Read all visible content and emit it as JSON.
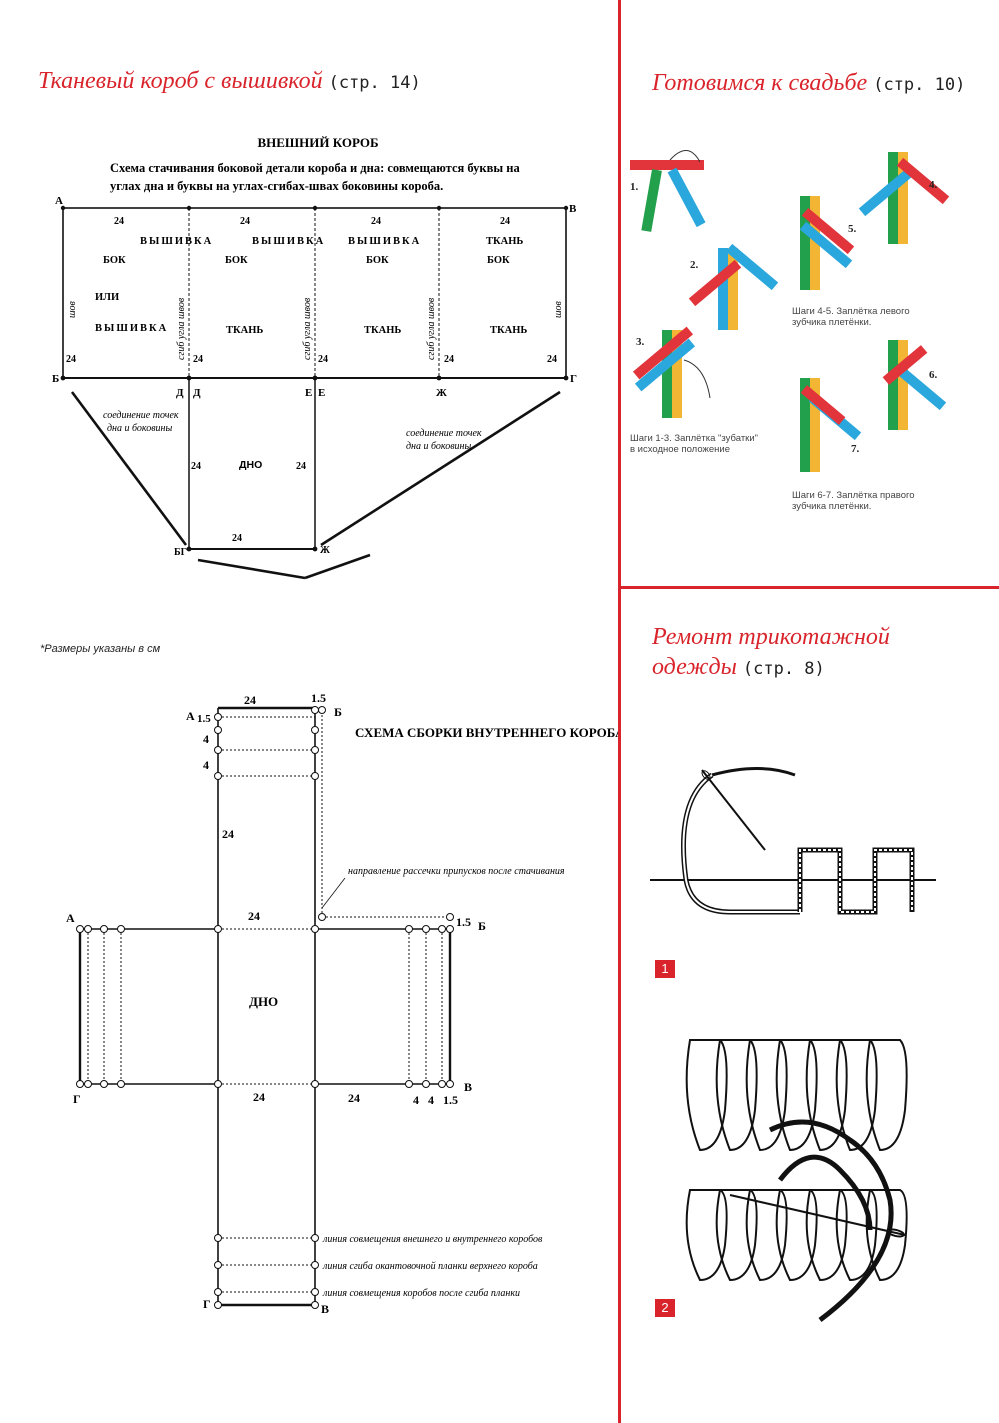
{
  "left_top": {
    "heading": "Тканевый короб с вышивкой",
    "page_ref": "(стр. 14)",
    "title": "ВНЕШНИЙ КОРОБ",
    "desc1": "Схема стачивания боковой детали короба и дна: совмещаются буквы на",
    "desc2": "углах дна и буквы на углах-сгибах-швах боковины короба.",
    "dim": "24",
    "seam": "шов",
    "fold": "сгиб угла швов",
    "embroidery": "ВЫШИВКА",
    "side": "БОК",
    "or": "ИЛИ",
    "fabric": "ТКАНЬ",
    "bottom": "ДНО",
    "joint_note_l1": "соединение точек",
    "joint_note_l2": "дна и боковины",
    "letters": {
      "A": "А",
      "V": "В",
      "B": "Б",
      "G": "Г",
      "D": "Д",
      "E": "Е",
      "Zh": "Ж",
      "BG": "БГ"
    }
  },
  "sizes_note": "*Размеры указаны в см",
  "left_bottom": {
    "title": "СХЕМА СБОРКИ ВНУТРЕННЕГО КОРОБА:",
    "d24": "24",
    "d15": "1.5",
    "d4": "4",
    "bottom": "ДНО",
    "cut_note": "направление рассечки припусков после стачивания",
    "line1": "линия совмещения внешнего и внутреннего коробов",
    "line2": "линия сгиба окантовочной планки верхнего короба",
    "line3": "линия совмещения коробов после сгиба планки",
    "letters": {
      "A": "А",
      "B": "Б",
      "V": "В",
      "G": "Г"
    }
  },
  "right_top": {
    "heading": "Готовимся к свадьбе",
    "page_ref": "(стр. 10)",
    "steps": [
      "1.",
      "2.",
      "3.",
      "4.",
      "5.",
      "6.",
      "7."
    ],
    "caption_45": "Шаги 4-5. Заплётка левого зубчика плетёнки.",
    "caption_13": "Шаги 1-3. Заплётка \"зубатки\" в исходное положение",
    "caption_67": "Шаги 6-7. Заплётка правого зубчика плетёнки."
  },
  "right_bottom": {
    "heading_line1": "Ремонт трикотажной",
    "heading_line2": "одежды",
    "page_ref": "(стр. 8)",
    "fig1": "1",
    "fig2": "2"
  },
  "colors": {
    "accent": "#d9242b",
    "ribbon_red": "#e2343b",
    "ribbon_green": "#22a04b",
    "ribbon_blue": "#2aa7dc",
    "ribbon_yellow": "#f2b534"
  }
}
